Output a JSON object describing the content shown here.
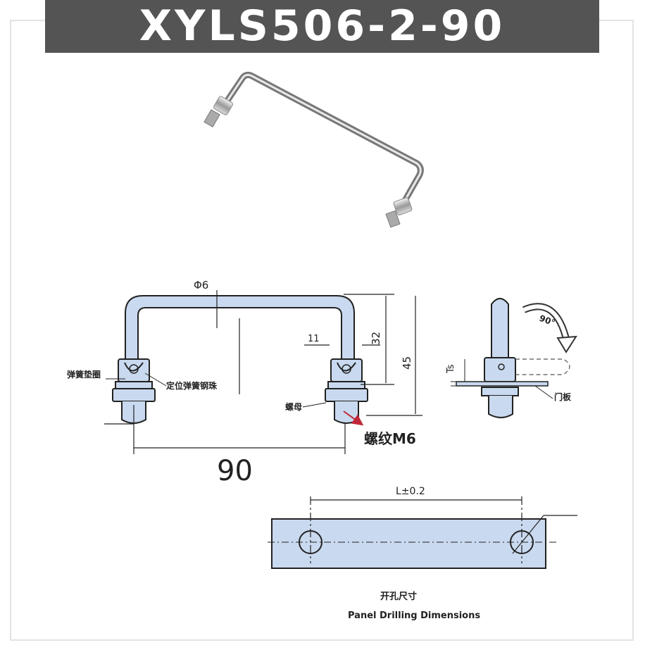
{
  "title": "XYLS506-2-90",
  "diagram": {
    "dim_phi": "Φ6",
    "dim_32": "32",
    "dim_45": "45",
    "dim_11": "11",
    "dim_90": "90",
    "label_spring_washer": "弹簧垫圈",
    "label_ball": "定位弹簧钢珠",
    "label_nut": "螺母",
    "label_thread": "螺纹M6",
    "dim_ts": "Ts",
    "angle": "90°",
    "label_door": "门板",
    "dim_L": "L±0.2",
    "caption_cn": "开孔尺寸",
    "caption_en": "Panel Drilling Dimensions"
  },
  "colors": {
    "title_bg": "#545454",
    "part_fill": "#c9d9ef",
    "ink": "#222222",
    "arrow": "#c0283a"
  }
}
